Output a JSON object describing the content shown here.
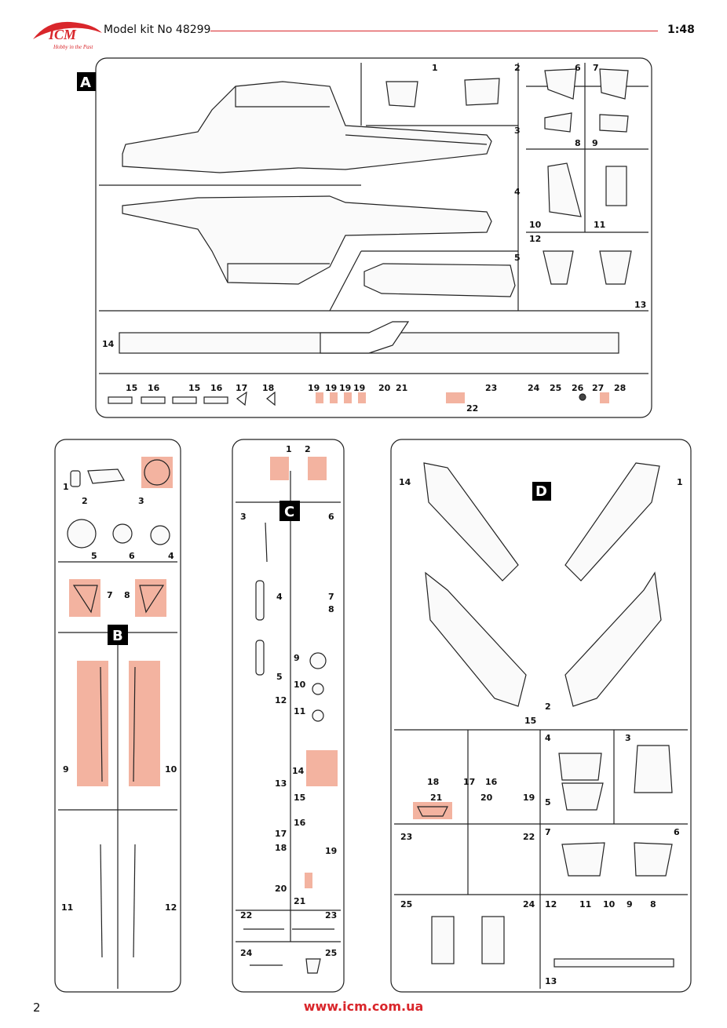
{
  "header": {
    "model": "Model kit No 48299",
    "scale": "1:48",
    "logo": "ICM",
    "tagline": "Hobby in the Past"
  },
  "footer": {
    "page": "2",
    "website": "www.icm.com.ua"
  },
  "colors": {
    "accent": "#d9262b",
    "highlight": "#f3b3a0"
  },
  "sprues": {
    "A": {
      "letter": "A",
      "parts": [
        "1",
        "2",
        "3",
        "4",
        "5",
        "6",
        "7",
        "8",
        "9",
        "10",
        "11",
        "12",
        "13",
        "14",
        "15",
        "16",
        "15",
        "16",
        "17",
        "18",
        "19",
        "19",
        "19",
        "19",
        "20",
        "21",
        "22",
        "23",
        "24",
        "25",
        "26",
        "27",
        "28"
      ]
    },
    "B": {
      "letter": "B",
      "parts": [
        "1",
        "2",
        "3",
        "5",
        "6",
        "4",
        "7",
        "8",
        "9",
        "10",
        "11",
        "12"
      ]
    },
    "C": {
      "letter": "C",
      "parts": [
        "1",
        "2",
        "3",
        "6",
        "4",
        "7",
        "8",
        "5",
        "9",
        "10",
        "11",
        "12",
        "13",
        "14",
        "15",
        "16",
        "17",
        "18",
        "19",
        "20",
        "21",
        "22",
        "23",
        "24",
        "25"
      ]
    },
    "D": {
      "letter": "D",
      "parts": [
        "14",
        "1",
        "2",
        "15",
        "4",
        "3",
        "18",
        "17",
        "16",
        "21",
        "20",
        "19",
        "5",
        "23",
        "22",
        "7",
        "6",
        "25",
        "24",
        "12",
        "11",
        "10",
        "9",
        "8",
        "13"
      ]
    }
  }
}
